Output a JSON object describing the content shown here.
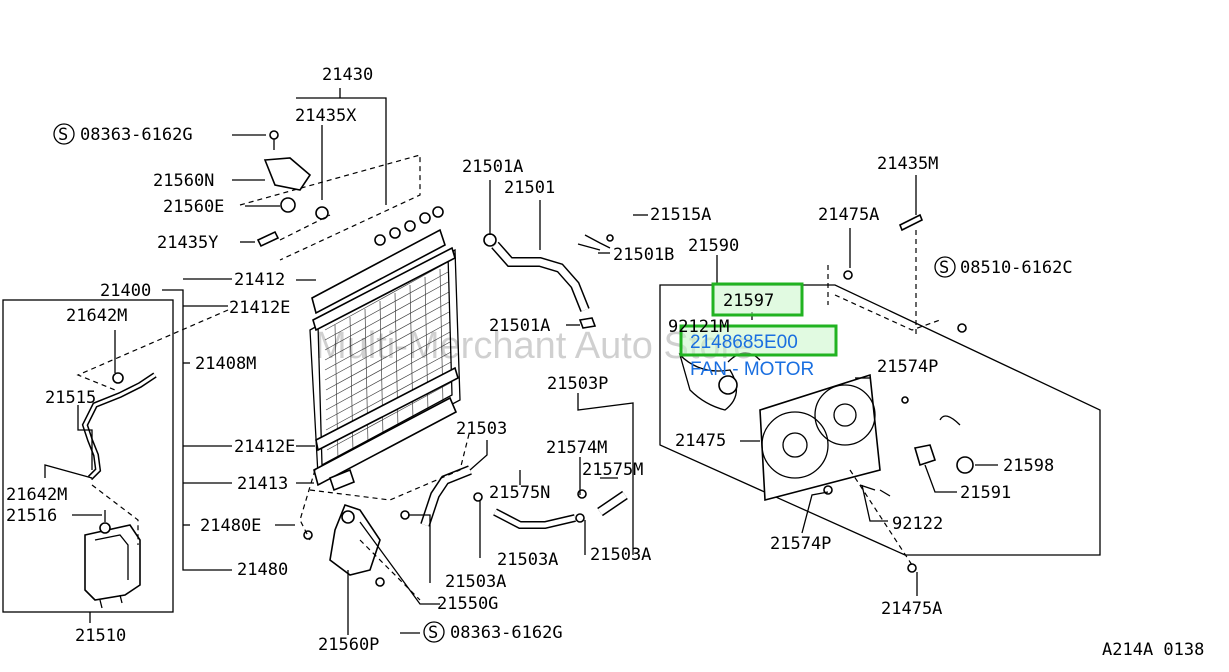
{
  "labels": {
    "p21430": "21430",
    "p21435X": "21435X",
    "s08363a": "08363-6162G",
    "p21560N": "21560N",
    "p21560E": "21560E",
    "p21435Y": "21435Y",
    "p21412a": "21412",
    "p21400": "21400",
    "p21412E_a": "21412E",
    "p21642M_a": "21642M",
    "p21408M": "21408M",
    "p21515": "21515",
    "p21412E_b": "21412E",
    "p21413": "21413",
    "p21642M_b": "21642M",
    "p21516": "21516",
    "p21480E": "21480E",
    "p21480": "21480",
    "p21510": "21510",
    "p21501A_a": "21501A",
    "p21501": "21501",
    "p21515A": "21515A",
    "p21501B": "21501B",
    "p21501A_b": "21501A",
    "p21503P": "21503P",
    "p21503": "21503",
    "p21574M": "21574M",
    "p21575M": "21575M",
    "p21575N": "21575N",
    "p21503A_a": "21503A",
    "p21503A_b": "21503A",
    "p21503A_c": "21503A",
    "p21550G": "21550G",
    "p21560P": "21560P",
    "s08363b": "08363-6162G",
    "p21590": "21590",
    "p21435M": "21435M",
    "p21475A_a": "21475A",
    "s08510": "08510-6162C",
    "p21597": "21597",
    "p92121M": "92121M",
    "p2148685E00": "2148685E00",
    "fan_motor": "FAN - MOTOR",
    "p21574P_a": "21574P",
    "p21475": "21475",
    "p21598": "21598",
    "p21591": "21591",
    "p92122": "92122",
    "p21574P_b": "21574P",
    "p21475A_b": "21475A",
    "ref_code": "A214A 0138"
  },
  "screw_symbol": "S",
  "watermark": "Multi-Merchant Auto Store",
  "colors": {
    "highlight_border": "#21b321",
    "highlight_fill": "#c9f5c9",
    "link_text": "#1a6fe0"
  }
}
